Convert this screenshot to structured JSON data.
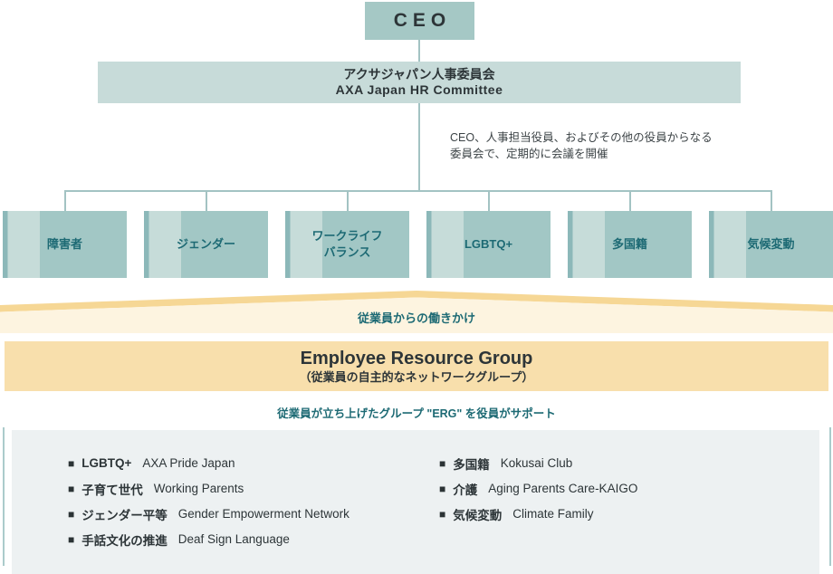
{
  "org": {
    "ceo_label": "CEO",
    "committee": {
      "title_jp": "アクサジャパン人事委員会",
      "title_en": "AXA Japan HR Committee",
      "note_line1": "CEO、人事担当役員、およびその他の役員からなる",
      "note_line2": "委員会で、定期的に会議を開催"
    },
    "categories": [
      {
        "label": "障害者"
      },
      {
        "label": "ジェンダー"
      },
      {
        "label": "ワークライフ\nバランス"
      },
      {
        "label": "LGBTQ+"
      },
      {
        "label": "多国籍"
      },
      {
        "label": "気候変動"
      }
    ]
  },
  "banner": {
    "label": "従業員からの働きかけ"
  },
  "erg": {
    "title": "Employee Resource Group",
    "subtitle": "（従業員の自主的なネットワークグループ）",
    "caption": "従業員が立ち上げたグループ \"ERG\" を役員がサポート"
  },
  "groups": {
    "left": [
      {
        "category": "LGBTQ+",
        "name": "AXA Pride Japan"
      },
      {
        "category": "子育て世代",
        "name": "Working Parents"
      },
      {
        "category": "ジェンダー平等",
        "name": "Gender Empowerment Network"
      },
      {
        "category": "手話文化の推進",
        "name": "Deaf Sign Language"
      }
    ],
    "right": [
      {
        "category": "多国籍",
        "name": "Kokusai Club"
      },
      {
        "category": "介護",
        "name": "Aging Parents Care-KAIGO"
      },
      {
        "category": "気候変動",
        "name": "Climate Family"
      }
    ]
  },
  "colors": {
    "ceo_box": "#a5c8c5",
    "committee_box": "#c7dbd9",
    "category_main": "#a2c7c5",
    "category_light_strip": "#c6dcd9",
    "category_dark_strip": "#8cb8b9",
    "connector_line": "#a3c3c3",
    "teal_text": "#1d6a74",
    "dark_text": "#2d3538",
    "banner_border": "#f6d795",
    "banner_fill": "#fdf4e0",
    "erg_band": "#f8dfac",
    "panel_bg": "#edf1f2"
  }
}
